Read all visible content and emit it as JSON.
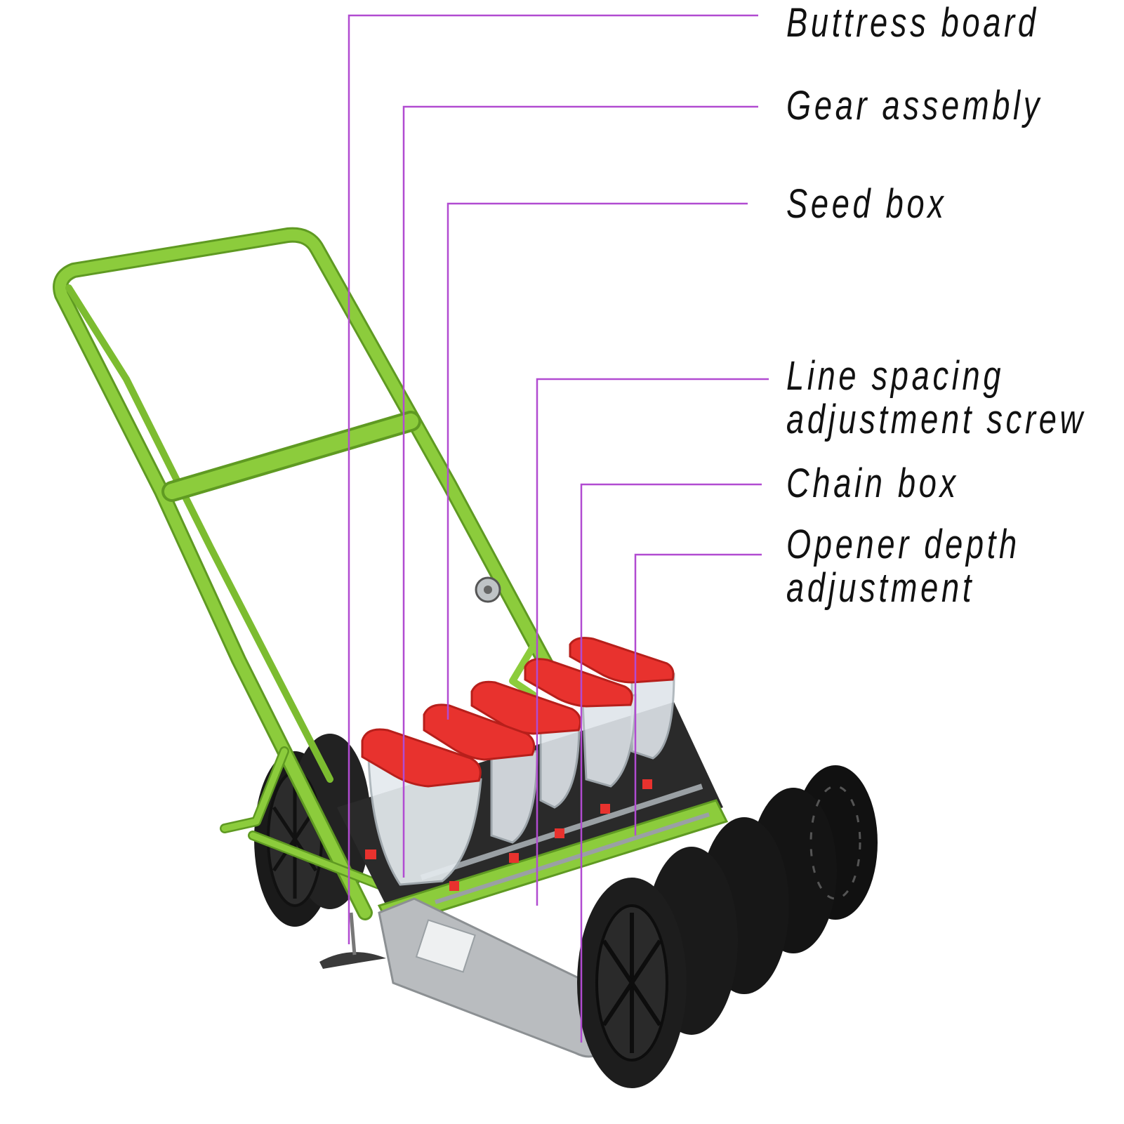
{
  "colors": {
    "leader": "#b14bd1",
    "frame": "#8ccc3c",
    "frame_dark": "#5f9a22",
    "hopper_lid": "#e8322e",
    "wheel": "#161616",
    "plate": "#b9bcbf"
  },
  "labels": [
    {
      "id": "buttress-board",
      "lines": [
        "Buttress board"
      ]
    },
    {
      "id": "gear-assembly",
      "lines": [
        "Gear assembly"
      ]
    },
    {
      "id": "seed-box",
      "lines": [
        "Seed box"
      ]
    },
    {
      "id": "line-spacing-adjustment-screw",
      "lines": [
        "Line spacing",
        "adjustment screw"
      ]
    },
    {
      "id": "chain-box",
      "lines": [
        "Chain box"
      ]
    },
    {
      "id": "opener-depth-adjustment",
      "lines": [
        "Opener depth",
        "adjustment"
      ]
    }
  ]
}
